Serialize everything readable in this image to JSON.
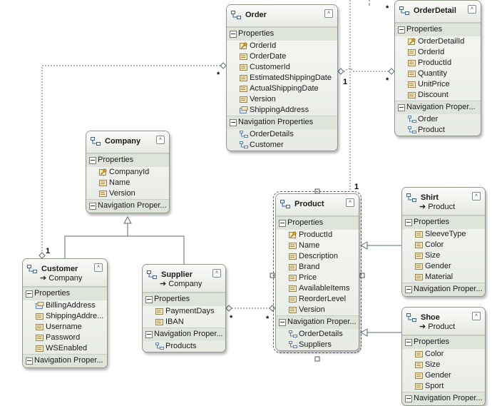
{
  "entities": [
    {
      "id": "order",
      "name": "Order",
      "sections": [
        {
          "title": "Properties",
          "items": [
            {
              "name": "OrderId",
              "key": true
            },
            {
              "name": "OrderDate"
            },
            {
              "name": "CustomerId"
            },
            {
              "name": "EstimatedShippingDate"
            },
            {
              "name": "ActualShippingDate"
            },
            {
              "name": "Version"
            },
            {
              "name": "ShippingAddress",
              "complex": true
            }
          ]
        },
        {
          "title": "Navigation Properties",
          "items": [
            {
              "name": "OrderDetails",
              "nav": true
            },
            {
              "name": "Customer",
              "nav": true
            }
          ]
        }
      ]
    },
    {
      "id": "orderdetail",
      "name": "OrderDetail",
      "sections": [
        {
          "title": "Properties",
          "items": [
            {
              "name": "OrderDetailId",
              "key": true
            },
            {
              "name": "OrderId"
            },
            {
              "name": "ProductId"
            },
            {
              "name": "Quantity"
            },
            {
              "name": "UnitPrice"
            },
            {
              "name": "Discount"
            }
          ]
        },
        {
          "title": "Navigation Proper...",
          "items": [
            {
              "name": "Order",
              "nav": true
            },
            {
              "name": "Product",
              "nav": true
            }
          ]
        }
      ]
    },
    {
      "id": "company",
      "name": "Company",
      "sections": [
        {
          "title": "Properties",
          "items": [
            {
              "name": "CompanyId",
              "key": true
            },
            {
              "name": "Name"
            },
            {
              "name": "Version"
            }
          ]
        },
        {
          "title": "Navigation Proper...",
          "items": []
        }
      ]
    },
    {
      "id": "customer",
      "name": "Customer",
      "base": "Company",
      "sections": [
        {
          "title": "Properties",
          "items": [
            {
              "name": "BillingAddress",
              "complex": true
            },
            {
              "name": "ShippingAddre..."
            },
            {
              "name": "Username"
            },
            {
              "name": "Password"
            },
            {
              "name": "WSEnabled"
            }
          ]
        },
        {
          "title": "Navigation Proper...",
          "items": []
        }
      ]
    },
    {
      "id": "supplier",
      "name": "Supplier",
      "base": "Company",
      "sections": [
        {
          "title": "Properties",
          "items": [
            {
              "name": "PaymentDays"
            },
            {
              "name": "IBAN"
            }
          ]
        },
        {
          "title": "Navigation Proper...",
          "items": [
            {
              "name": "Products",
              "nav": true
            }
          ]
        }
      ]
    },
    {
      "id": "product",
      "name": "Product",
      "selected": true,
      "sections": [
        {
          "title": "Properties",
          "items": [
            {
              "name": "ProductId",
              "key": true
            },
            {
              "name": "Name"
            },
            {
              "name": "Description"
            },
            {
              "name": "Brand"
            },
            {
              "name": "Price"
            },
            {
              "name": "AvailableItems"
            },
            {
              "name": "ReorderLevel"
            },
            {
              "name": "Version"
            }
          ]
        },
        {
          "title": "Navigation Proper...",
          "items": [
            {
              "name": "OrderDetails",
              "nav": true
            },
            {
              "name": "Suppliers",
              "nav": true
            }
          ]
        }
      ]
    },
    {
      "id": "shirt",
      "name": "Shirt",
      "base": "Product",
      "sections": [
        {
          "title": "Properties",
          "items": [
            {
              "name": "SleeveType"
            },
            {
              "name": "Color"
            },
            {
              "name": "Size"
            },
            {
              "name": "Gender"
            },
            {
              "name": "Material"
            }
          ]
        },
        {
          "title": "Navigation Proper...",
          "items": []
        }
      ]
    },
    {
      "id": "shoe",
      "name": "Shoe",
      "base": "Product",
      "sections": [
        {
          "title": "Properties",
          "items": [
            {
              "name": "Color"
            },
            {
              "name": "Size"
            },
            {
              "name": "Gender"
            },
            {
              "name": "Sport"
            }
          ]
        },
        {
          "title": "Navigation Proper...",
          "items": []
        }
      ]
    }
  ],
  "multiplicities": {
    "order_customer_many": "*",
    "customer_order_one": "1",
    "order_detail_one": "1",
    "detail_order_many": "*",
    "detail_product_many": "*",
    "product_detail_one": "1",
    "supplier_product_many": "*",
    "product_supplier_many": "*"
  },
  "colors": {
    "header_bg": "#e6eae2",
    "border": "#8f9a8c",
    "section_bg": "#dfe4db",
    "line": "#5a6a78",
    "key_icon": "#d8a21a",
    "prop_icon": "#7f6a3f",
    "nav_icon": "#3a5fa0"
  }
}
